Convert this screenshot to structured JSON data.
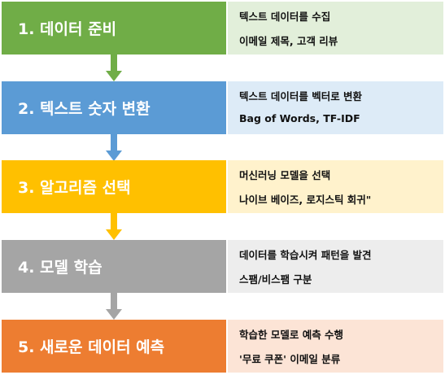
{
  "steps": [
    {
      "title": "1. 데이터 준비",
      "color": "#70AD47",
      "detail_bg": "#E2EFDA",
      "details": [
        "텍스트 데이터를 수집",
        "이메일 제목, 고객 리뷰"
      ]
    },
    {
      "title": "2. 텍스트 숫자 변환",
      "color": "#5B9BD5",
      "detail_bg": "#DDEBF7",
      "details": [
        "텍스트 데이터를 벡터로 변환",
        "Bag of Words, TF-IDF"
      ]
    },
    {
      "title": "3. 알고리즘 선택",
      "color": "#FFC000",
      "detail_bg": "#FFF2CC",
      "details": [
        "머신러닝 모델을 선택",
        "나이브 베이즈, 로지스틱 회귀\""
      ]
    },
    {
      "title": "4. 모델 학습",
      "color": "#A5A5A5",
      "detail_bg": "#EDEDED",
      "details": [
        "데이터를 학습시켜 패턴을 발견",
        "스팸/비스팸 구분"
      ]
    },
    {
      "title": "5. 새로운 데이터 예측",
      "color": "#ED7D31",
      "detail_bg": "#FCE4D6",
      "details": [
        "학습한 모델로 예측 수행",
        "'무료 쿠폰' 이메일 분류"
      ]
    }
  ]
}
